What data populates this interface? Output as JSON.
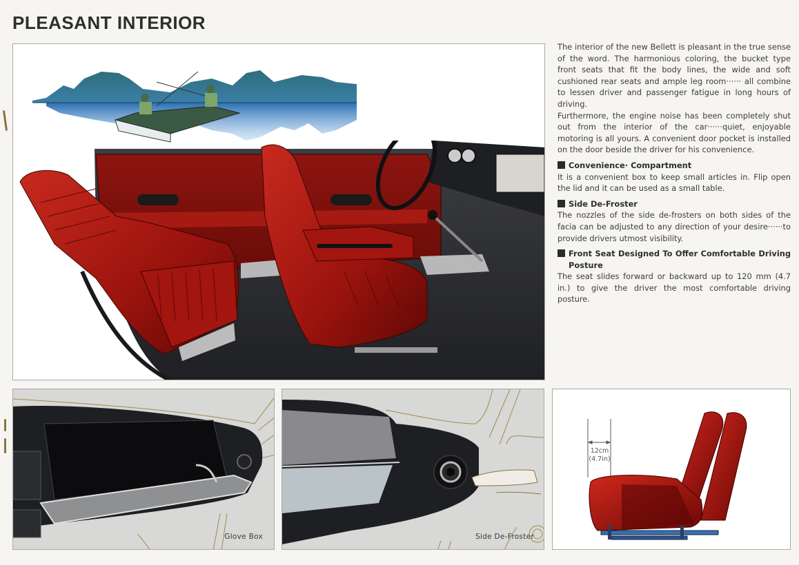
{
  "page": {
    "title": "PLEASANT INTERIOR"
  },
  "body_copy": {
    "intro_paragraphs": [
      "The interior of the new Bellett is pleasant in the true sense of the word. The harmonious coloring, the bucket type front seats that fit the body lines, the wide and soft cushioned rear seats and ample leg room······ all combine to lessen driver and passenger fatigue in long hours of driving.",
      "Furthermore, the engine noise has been completely shut out from the interior of the car······quiet, enjoyable motoring is all yours. A convenient door pocket is installed on the door beside the driver for his convenience."
    ],
    "sections": [
      {
        "heading": "Convenience· Compartment",
        "text": "It is a convenient box to keep small articles in. Flip open the lid and it can be used as a small table."
      },
      {
        "heading": "Side De-Froster",
        "text": "The nozzles of the side de-frosters on both sides of the facia can be adjusted to any direction of your desire······to provide drivers utmost visibility."
      },
      {
        "heading": "Front Seat Designed To Offer Comfortable Driving Posture",
        "text": "The seat slides forward or backward up to 120 mm (4.7 in.) to give the driver the most comfortable driving posture."
      }
    ]
  },
  "figures": {
    "main": {
      "subject": "car-interior-red-seats",
      "inset": "fishing-boat-scene"
    },
    "glove_box": {
      "caption": "Glove Box"
    },
    "side_defroster": {
      "caption": "Side De-Froster"
    },
    "seat_slide": {
      "dimension_metric": "12cm",
      "dimension_imperial": "(4.7in)"
    }
  },
  "colors": {
    "seat_red": "#a3150f",
    "seat_dark": "#5e0806",
    "dash_black": "#1d1f22",
    "panel_grey": "#d8d8d6",
    "outline_gold": "#a08a4c",
    "water_blue": "#2c6fb5",
    "mountain_teal": "#2d6e7a",
    "text": "#3c3c3c"
  }
}
